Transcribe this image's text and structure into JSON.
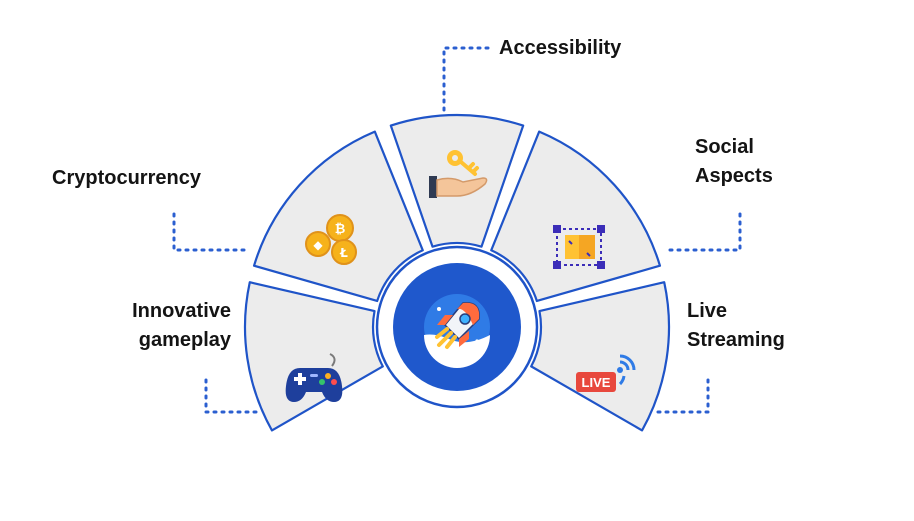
{
  "diagram": {
    "colors": {
      "outline": "#1f54c8",
      "segment_fill": "#ececec",
      "center": "#1f58cc",
      "connector": "#2b5fd0",
      "text": "#141414"
    },
    "center_icon": "rocket-icon",
    "segments": [
      {
        "id": "innovative-gameplay",
        "lines": [
          "Innovative",
          "gameplay"
        ],
        "icon": "gamepad-icon"
      },
      {
        "id": "cryptocurrency",
        "lines": [
          "Cryptocurrency"
        ],
        "icon": "coins-icon"
      },
      {
        "id": "accessibility",
        "lines": [
          "Accessibility"
        ],
        "icon": "key-hand-icon"
      },
      {
        "id": "social-aspects",
        "lines": [
          "Social",
          "Aspects"
        ],
        "icon": "selection-frame-icon"
      },
      {
        "id": "live-streaming",
        "lines": [
          "Live",
          "Streaming"
        ],
        "icon": "live-broadcast-icon",
        "badge": "LIVE"
      }
    ]
  }
}
